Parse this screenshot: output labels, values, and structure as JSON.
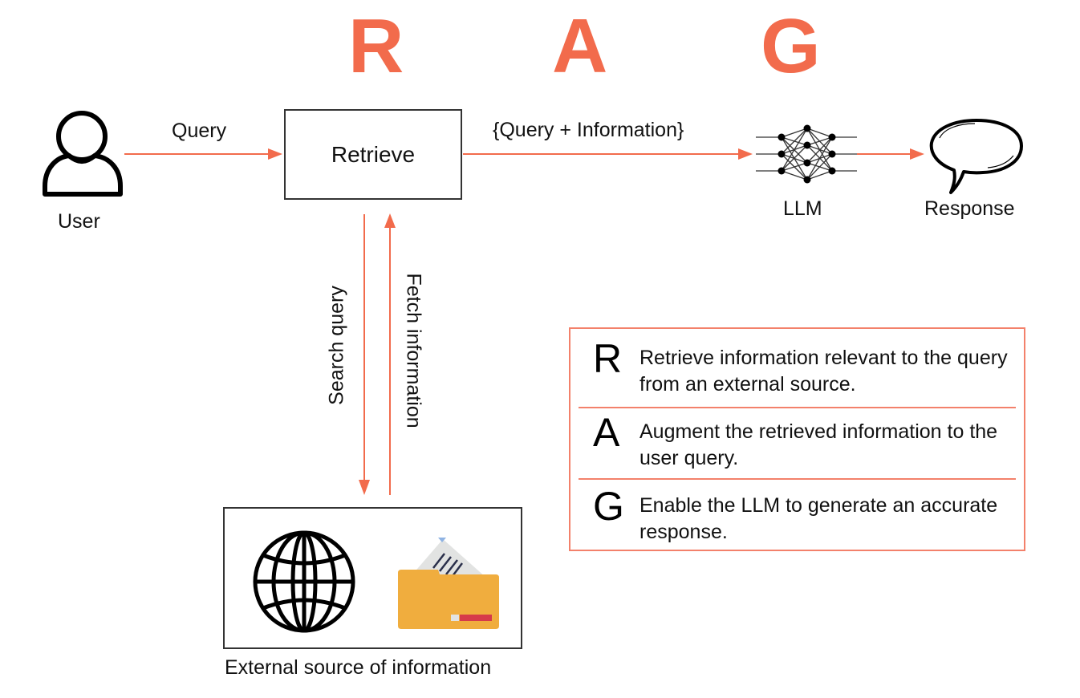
{
  "title_letters": [
    "R",
    "A",
    "G"
  ],
  "colors": {
    "accent": "#f26b4c",
    "arrow": "#f26b4c",
    "box_border": "#333333",
    "legend_border": "#f3816b",
    "folder": "#f0ad3e",
    "folder_tag": "#d63a4a",
    "document": "#e2e3e2",
    "document_lines": "#2a2f4a",
    "document_marker": "#8fb3e3"
  },
  "nodes": {
    "user": {
      "label": "User",
      "icon": "user-icon"
    },
    "retrieve": {
      "label": "Retrieve"
    },
    "llm": {
      "label": "LLM",
      "icon": "neural-network-icon"
    },
    "response": {
      "label": "Response",
      "icon": "speech-bubble-icon"
    },
    "external_source": {
      "label": "External source of information",
      "icons": [
        "globe-icon",
        "folder-document-icon"
      ]
    }
  },
  "edges": {
    "query": "Query",
    "query_info": "{Query + Information}",
    "search_query": "Search query",
    "fetch_information": "Fetch information"
  },
  "legend": [
    {
      "letter": "R",
      "text": "Retrieve information relevant to the query from an external source."
    },
    {
      "letter": "A",
      "text": "Augment the retrieved information to the user query."
    },
    {
      "letter": "G",
      "text": "Enable the LLM to generate an accurate response."
    }
  ]
}
